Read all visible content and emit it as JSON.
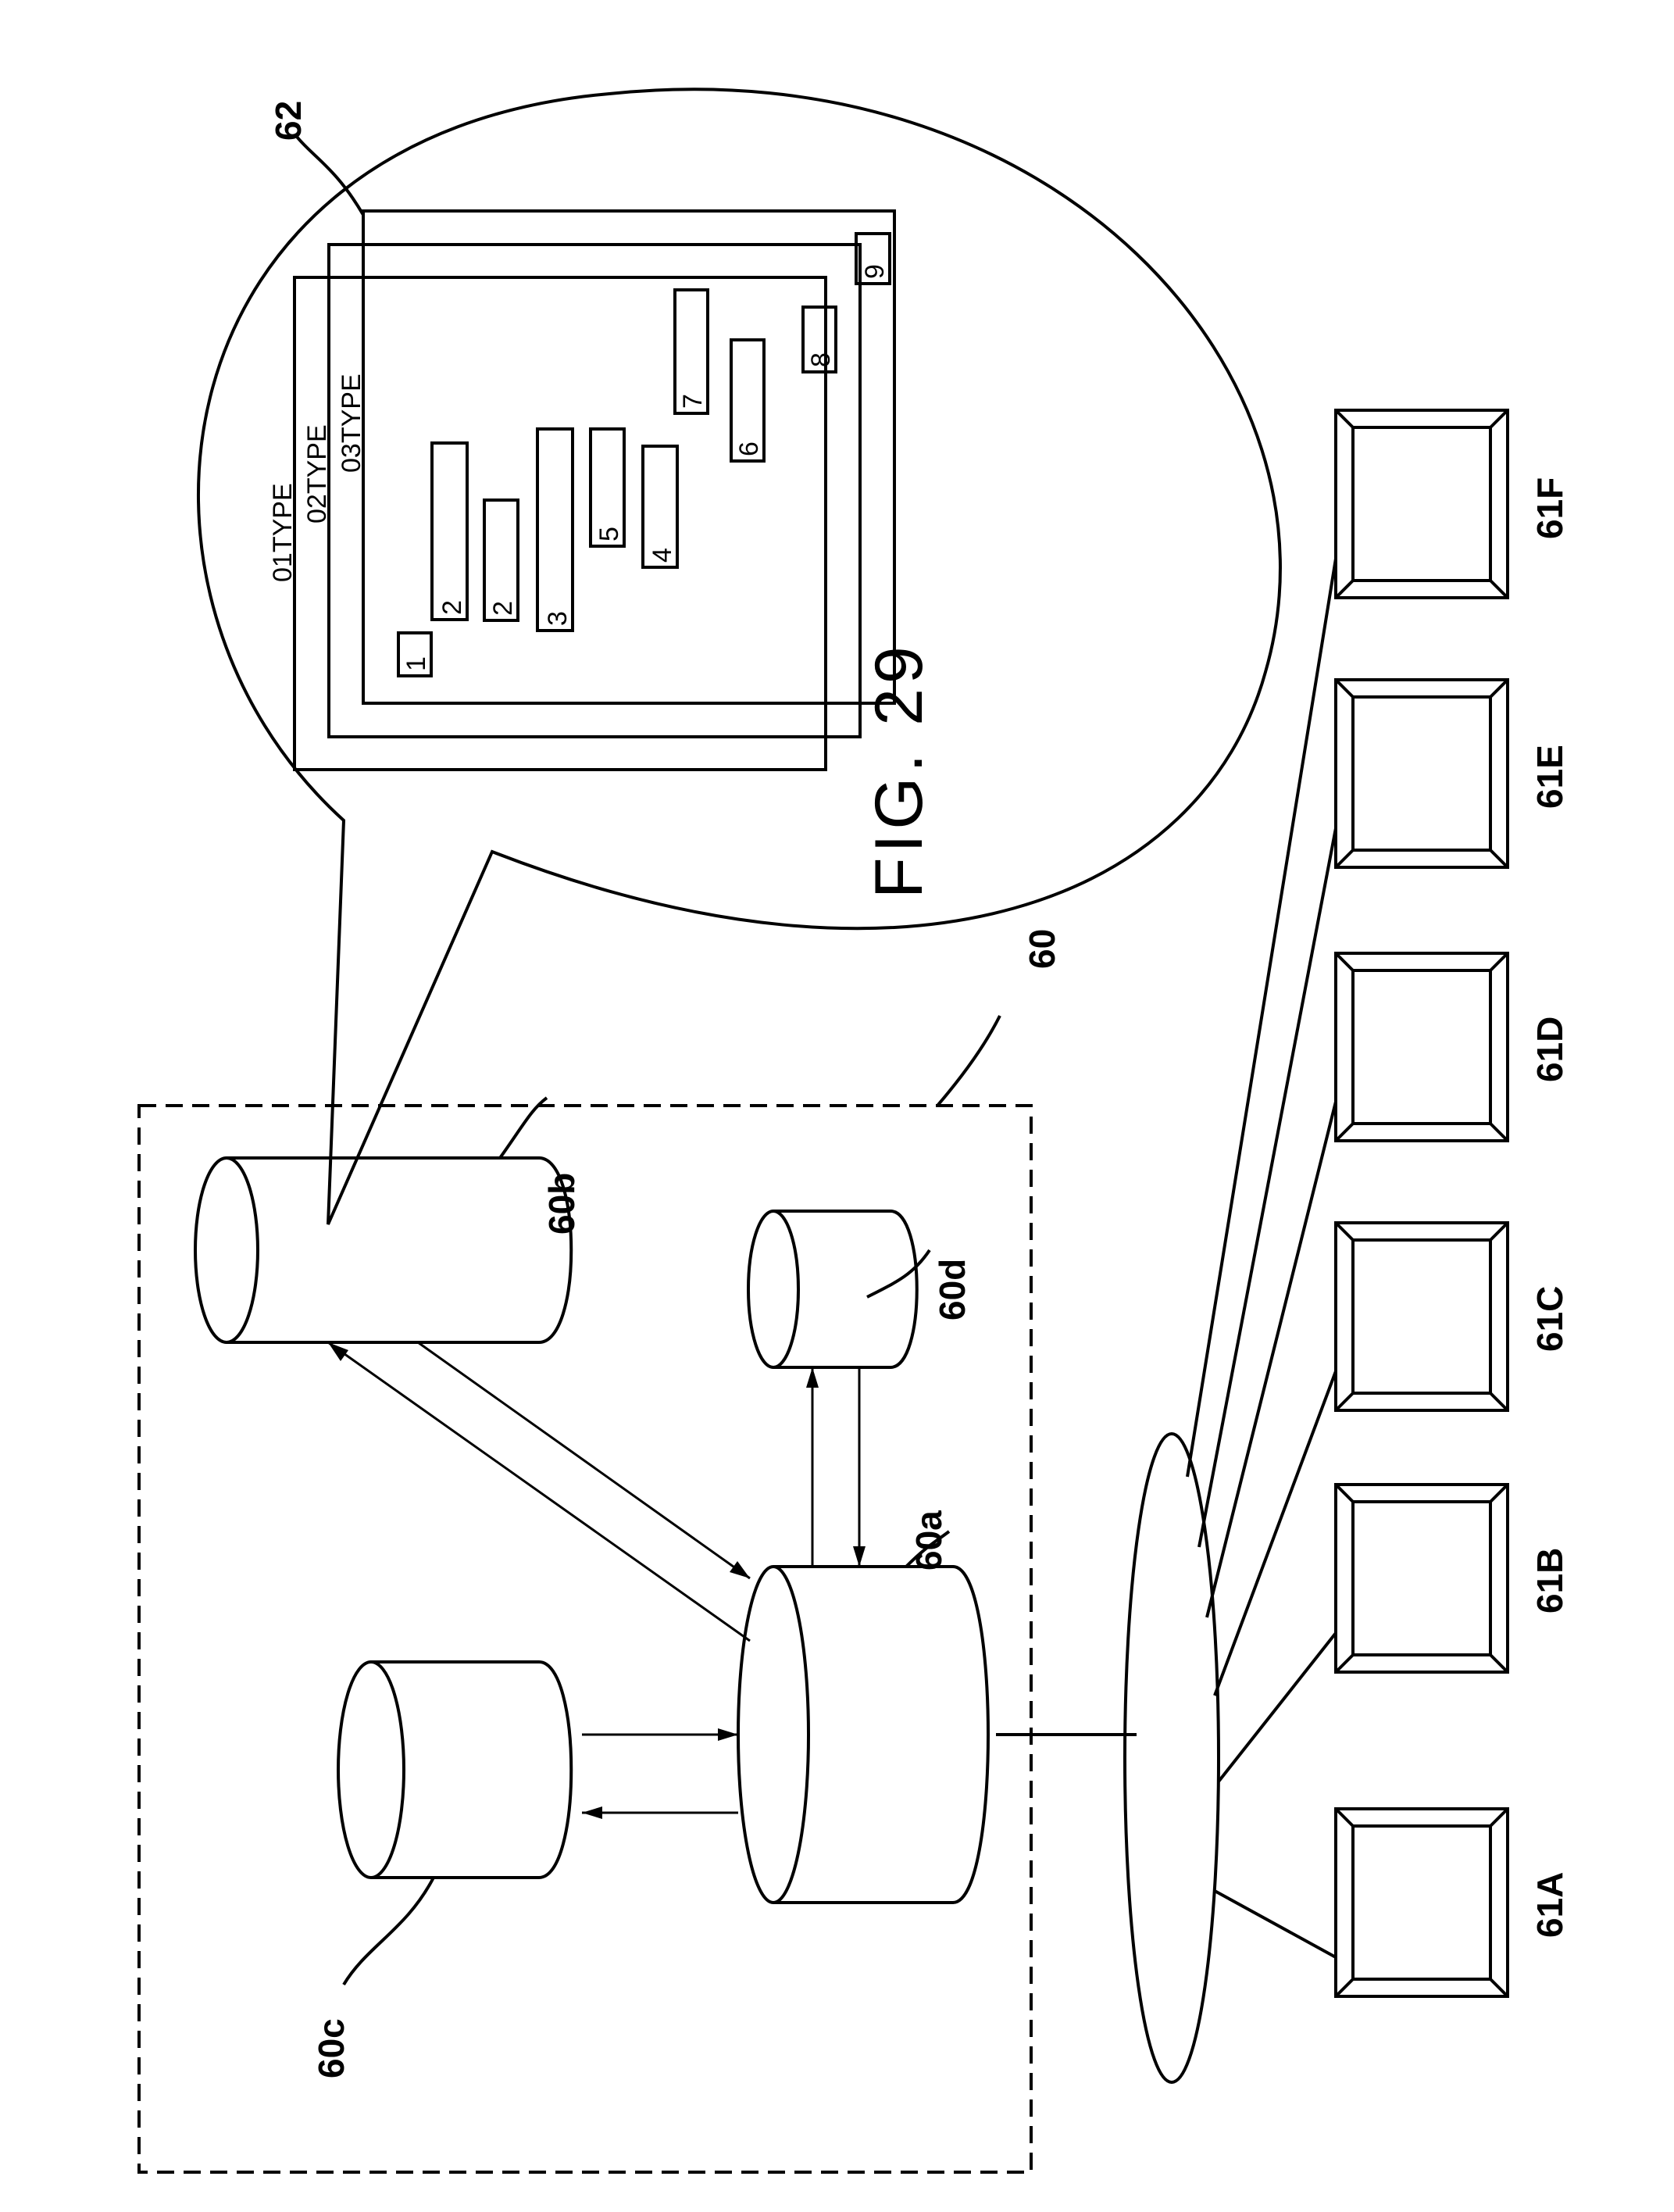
{
  "figure": {
    "title": "FIG. 29",
    "orientation": "rotated-90-clockwise"
  },
  "labels": {
    "server_system": "60",
    "central_store": "60a",
    "schedule_db": "60b",
    "db_c": "60c",
    "db_d": "60d",
    "schedule_sheet": "62"
  },
  "terminals": [
    {
      "id": "61A"
    },
    {
      "id": "61B"
    },
    {
      "id": "61C"
    },
    {
      "id": "61D"
    },
    {
      "id": "61E"
    },
    {
      "id": "61F"
    }
  ],
  "sheets": [
    {
      "label": "01TYPE"
    },
    {
      "label": "02TYPE"
    },
    {
      "label": "03TYPE"
    }
  ],
  "bars": [
    {
      "label": "1"
    },
    {
      "label": "2"
    },
    {
      "label": "2"
    },
    {
      "label": "3"
    },
    {
      "label": "5"
    },
    {
      "label": "4"
    },
    {
      "label": "7"
    },
    {
      "label": "6"
    },
    {
      "label": "8"
    },
    {
      "label": "9"
    }
  ]
}
